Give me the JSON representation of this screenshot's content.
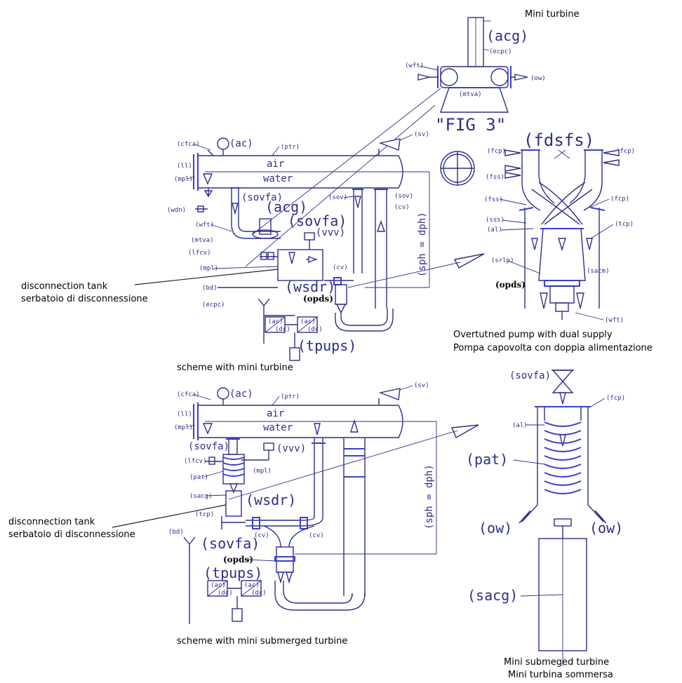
{
  "captions": {
    "mini_turbine_title": "Mini turbine",
    "fig": "\"FIG 3\"",
    "disc_tank_en_1": "disconnection tank",
    "disc_tank_it_1": "serbatoio di disconnessione",
    "scheme_mini_turbine": "scheme with mini turbine",
    "overturned_en": "Overtutned pump with dual supply",
    "overturned_it": "Pompa capovolta con doppia alimentazione",
    "disc_tank_en_2": "disconnection tank",
    "disc_tank_it_2": "serbatoio di disconnessione",
    "scheme_submerged": "scheme with mini submerged turbine",
    "submerged_en": "Mini submeged turbine",
    "submerged_it": "Mini turbina sommersa"
  },
  "labels": {
    "acg": "(acg)",
    "ecpc": "(ecpc)",
    "wft": "(wft)",
    "ow": "(ow)",
    "mtva": "(mtva)",
    "cfca": "(cfca)",
    "ac": "(ac)",
    "ptr": "(ptr)",
    "sv": "(sv)",
    "ll": "(ll)",
    "mpl": "(mpl)",
    "air": "air",
    "water": "water",
    "wdn": "(wdn)",
    "sovfa": "(sovfa)",
    "sov": "(sov)",
    "cv": "(cv)",
    "vvv": "(vvv)",
    "lfcv": "(lfcv)",
    "bd": "(bd)",
    "wsdr": "(wsdr)",
    "opds": "(opds)",
    "tpups": "(tpups)",
    "sph_dph": "(sph = dph)",
    "fdsfs": "(fdsfs)",
    "fcp": "(fcp)",
    "fss": "(fss)",
    "sss": "(sss)",
    "al": "(al)",
    "tcp": "(tcp)",
    "srlp": "(srlp)",
    "sacm": "(sacm)",
    "pat": "(pat)",
    "sacg": "(sacg)",
    "ac_box": "(ac)",
    "dc_box": "(dc)"
  },
  "colors": {
    "ink": "#2b2f8a",
    "highlight": "#3a3fd0",
    "caption": "#000000",
    "background": "#ffffff"
  }
}
